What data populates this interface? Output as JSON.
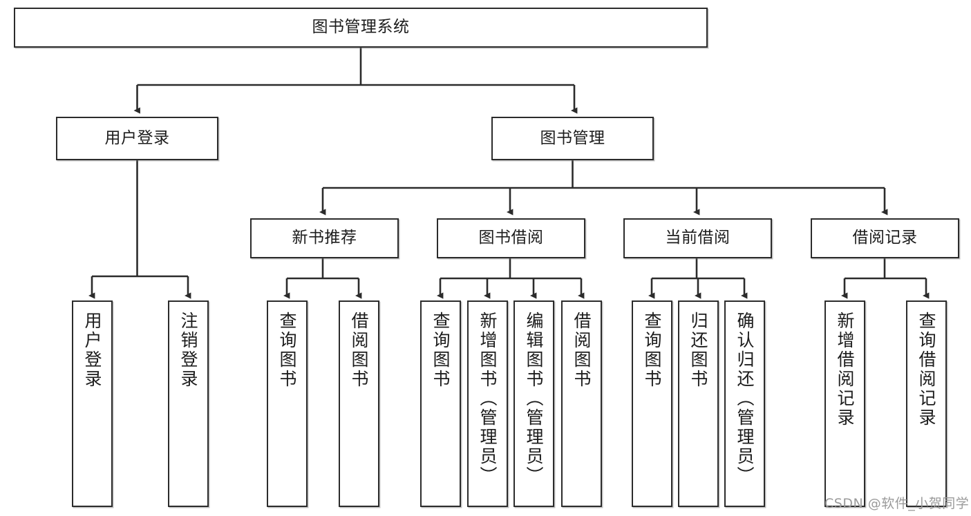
{
  "diagram": {
    "type": "tree-hierarchy-diagram",
    "root": {
      "id": "root",
      "label": "图书管理系统"
    },
    "level1": [
      {
        "id": "user-login",
        "label": "用户登录"
      },
      {
        "id": "book-management",
        "label": "图书管理"
      }
    ],
    "level2": [
      {
        "id": "new-book-recommend",
        "label": "新书推荐",
        "parent": "book-management"
      },
      {
        "id": "book-borrow",
        "label": "图书借阅",
        "parent": "book-management"
      },
      {
        "id": "current-borrow",
        "label": "当前借阅",
        "parent": "book-management"
      },
      {
        "id": "borrow-record",
        "label": "借阅记录",
        "parent": "book-management"
      }
    ],
    "leaves": [
      {
        "id": "leaf-user-login",
        "label": "用户登录",
        "parent": "user-login"
      },
      {
        "id": "leaf-logout-login",
        "label": "注销登录",
        "parent": "user-login"
      },
      {
        "id": "leaf-query-book-1",
        "label": "查询图书",
        "parent": "new-book-recommend"
      },
      {
        "id": "leaf-borrow-book-1",
        "label": "借阅图书",
        "parent": "new-book-recommend"
      },
      {
        "id": "leaf-query-book-2",
        "label": "查询图书",
        "parent": "book-borrow"
      },
      {
        "id": "leaf-add-book",
        "label": "新增图书（管理员）",
        "parent": "book-borrow"
      },
      {
        "id": "leaf-edit-book",
        "label": "编辑图书（管理员）",
        "parent": "book-borrow"
      },
      {
        "id": "leaf-borrow-book-2",
        "label": "借阅图书",
        "parent": "book-borrow"
      },
      {
        "id": "leaf-query-book-3",
        "label": "查询图书",
        "parent": "current-borrow"
      },
      {
        "id": "leaf-return-book",
        "label": "归还图书",
        "parent": "current-borrow"
      },
      {
        "id": "leaf-confirm-return",
        "label": "确认归还（管理员）",
        "parent": "current-borrow"
      },
      {
        "id": "leaf-add-record",
        "label": "新增借阅记录",
        "parent": "borrow-record"
      },
      {
        "id": "leaf-query-record",
        "label": "查询借阅记录",
        "parent": "borrow-record"
      }
    ],
    "colors": {
      "stroke": "#2b2b2b",
      "fill": "#ffffff",
      "text": "#1c1c1c",
      "watermark": "#9a9a9a"
    }
  },
  "watermark": {
    "text": "CSDN @软件_小贺同学"
  }
}
